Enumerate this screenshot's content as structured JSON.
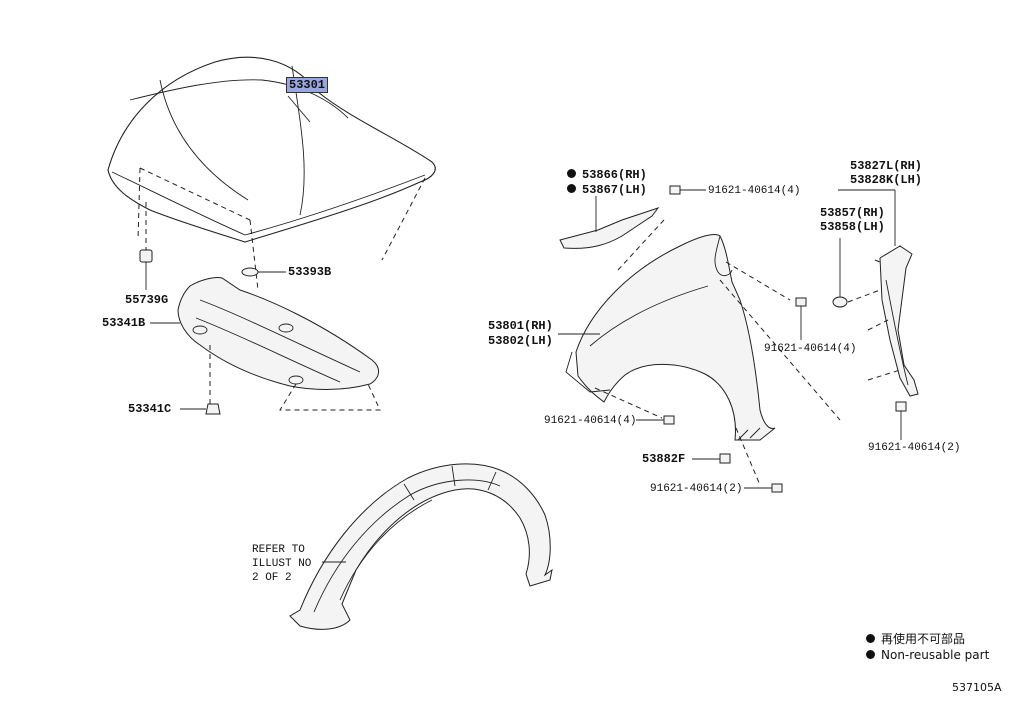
{
  "parts": {
    "p53301": "53301",
    "p53393B": "53393B",
    "p55739G": "55739G",
    "p53341B": "53341B",
    "p53341C": "53341C",
    "p53866": "53866(RH)",
    "p53867": "53867(LH)",
    "p91621_top": "91621-40614(4)",
    "p53801": "53801(RH)",
    "p53802": "53802(LH)",
    "p91621_mid": "91621-40614(4)",
    "p91621_left": "91621-40614(4)",
    "p53882F": "53882F",
    "p91621_bot": "91621-40614(2)",
    "p53827L": "53827L(RH)",
    "p53828K": "53828K(LH)",
    "p53857": "53857(RH)",
    "p53858": "53858(LH)",
    "p91621_right": "91621-40614(2)",
    "refer_1": "REFER TO",
    "refer_2": "ILLUST NO",
    "refer_3": "2 OF 2"
  },
  "legend": {
    "jp": "再使用不可部品",
    "en": "Non-reusable part"
  },
  "figure_code": "537105A",
  "colors": {
    "highlight": "#9aa6e0",
    "line": "#222222"
  }
}
